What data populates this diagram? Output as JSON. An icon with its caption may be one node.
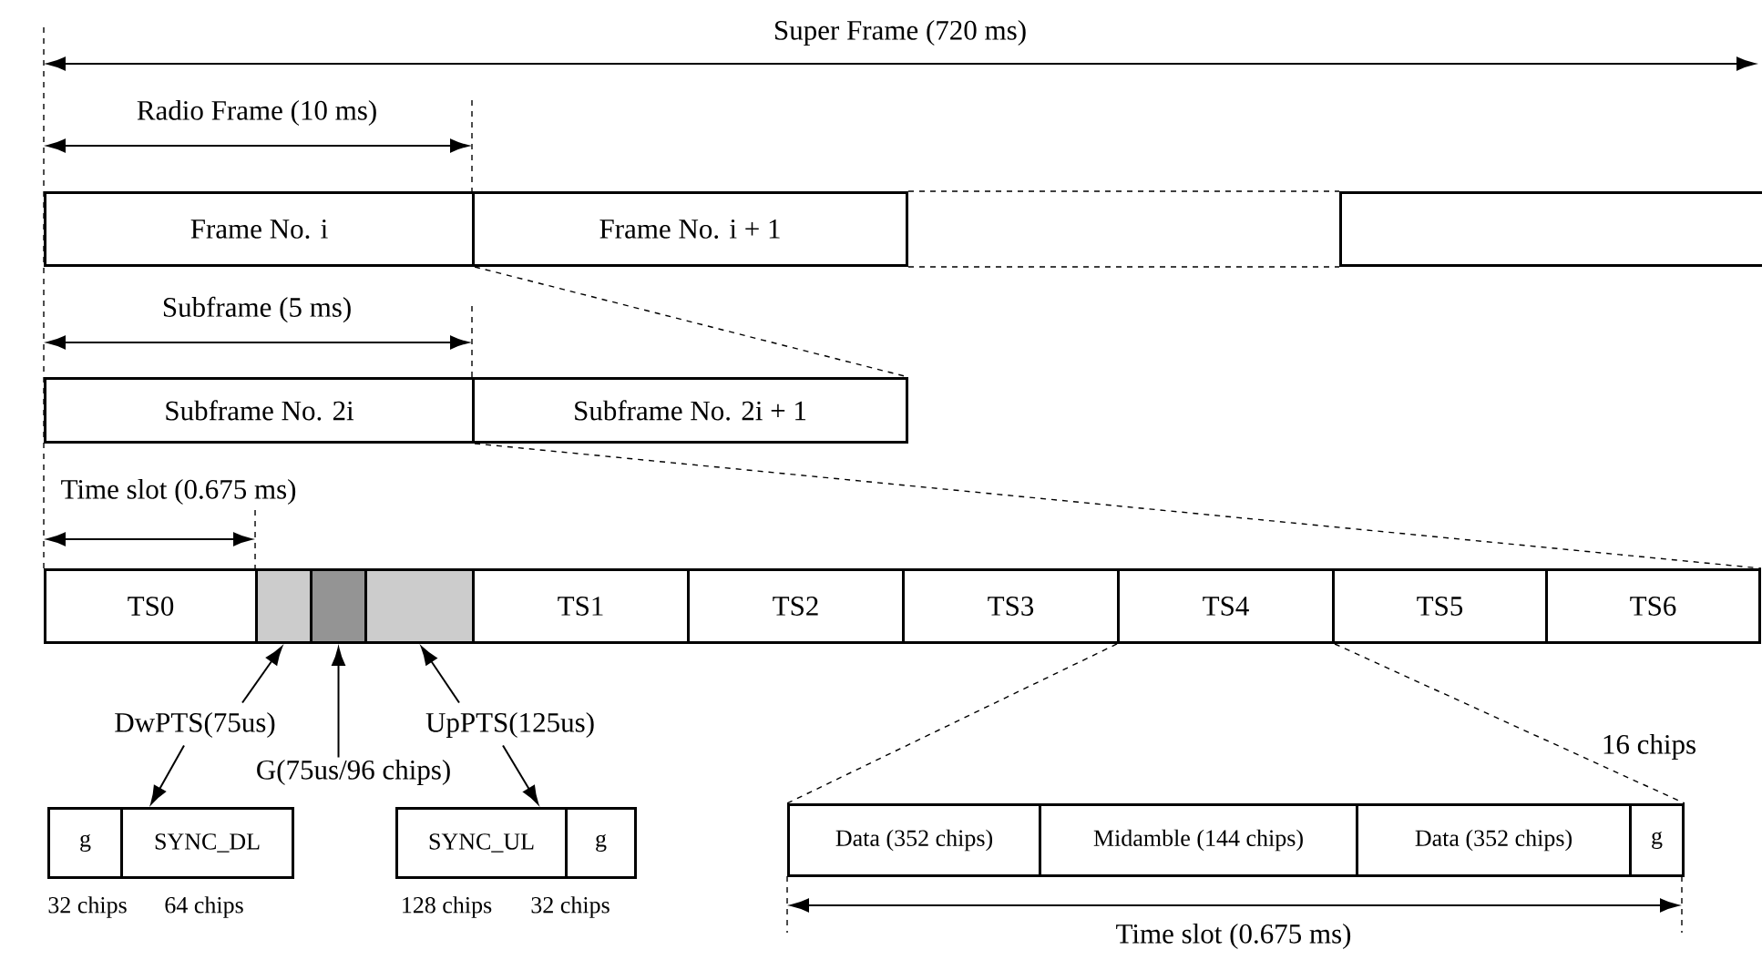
{
  "diagram": {
    "nodes": [
      {
        "text": [
          "Frame No. i"
        ]
      },
      {
        "text": [
          "Frame No. i + 1"
        ]
      },
      {
        "text": [],
        "shape": "box"
      },
      {
        "text": [
          "Subframe No. 2i"
        ]
      },
      {
        "text": [
          "Subframe No. 2i + 1"
        ]
      },
      {
        "text": [
          "TS0"
        ]
      },
      {
        "text": [],
        "shape": "box"
      },
      {
        "text": [],
        "shape": "box"
      },
      {
        "text": [],
        "shape": "box"
      },
      {
        "text": [
          "TS1"
        ]
      },
      {
        "text": [
          "TS2"
        ]
      },
      {
        "text": [
          "TS3"
        ]
      },
      {
        "text": [
          "TS4"
        ]
      },
      {
        "text": [
          "TS5"
        ]
      },
      {
        "text": [
          "TS6"
        ]
      },
      {
        "text": [
          "DwPTS(75us)"
        ]
      },
      {
        "text": [
          "UpPTS(125us)"
        ]
      },
      {
        "text": [
          "G(75us/96 chips)"
        ]
      },
      {
        "text": [
          "g"
        ],
        "beside": [
          "32 chips"
        ]
      },
      {
        "text": [
          "SYNC_DL"
        ],
        "beside": [
          "64 chips"
        ]
      },
      {
        "text": [
          "SYNC_UL"
        ],
        "beside": [
          "128 chips"
        ]
      },
      {
        "text": [
          "g"
        ],
        "beside": [
          "32 chips"
        ]
      },
      {
        "text": [
          "Data (352 chips)"
        ]
      },
      {
        "text": [
          "Midamble (144 chips)"
        ]
      },
      {
        "text": [
          "Data (352 chips)"
        ]
      },
      {
        "text": [
          "g"
        ],
        "beside": [
          "16 chips"
        ]
      }
    ],
    "edges": [
      {
        "from": 15,
        "to": 6,
        "arrow": "to"
      },
      {
        "from": 15,
        "to": 19,
        "arrow": "to"
      },
      {
        "from": 17,
        "to": 7,
        "arrow": "to"
      },
      {
        "from": 16,
        "to": 8,
        "arrow": "to"
      },
      {
        "from": 16,
        "to": 20,
        "arrow": "to"
      },
      {
        "from": 0,
        "to": 4,
        "arrow": "none",
        "style": "dashed"
      },
      {
        "from": 3,
        "to": 14,
        "arrow": "none",
        "style": "dashed"
      },
      {
        "from": 12,
        "to": 22,
        "arrow": "none",
        "style": "dashed"
      },
      {
        "from": 12,
        "to": 25,
        "arrow": "none",
        "style": "dashed"
      },
      {
        "from": 1,
        "to": 2,
        "arrow": "none",
        "style": "dashed"
      },
      {
        "from": 1,
        "to": 2,
        "arrow": "none",
        "style": "dashed"
      }
    ],
    "labels": [
      "Super Frame (720 ms)",
      "Radio Frame (10 ms)",
      "Subframe (5 ms)",
      "Time slot (0.675 ms)",
      "Time slot (0.675 ms)"
    ]
  }
}
